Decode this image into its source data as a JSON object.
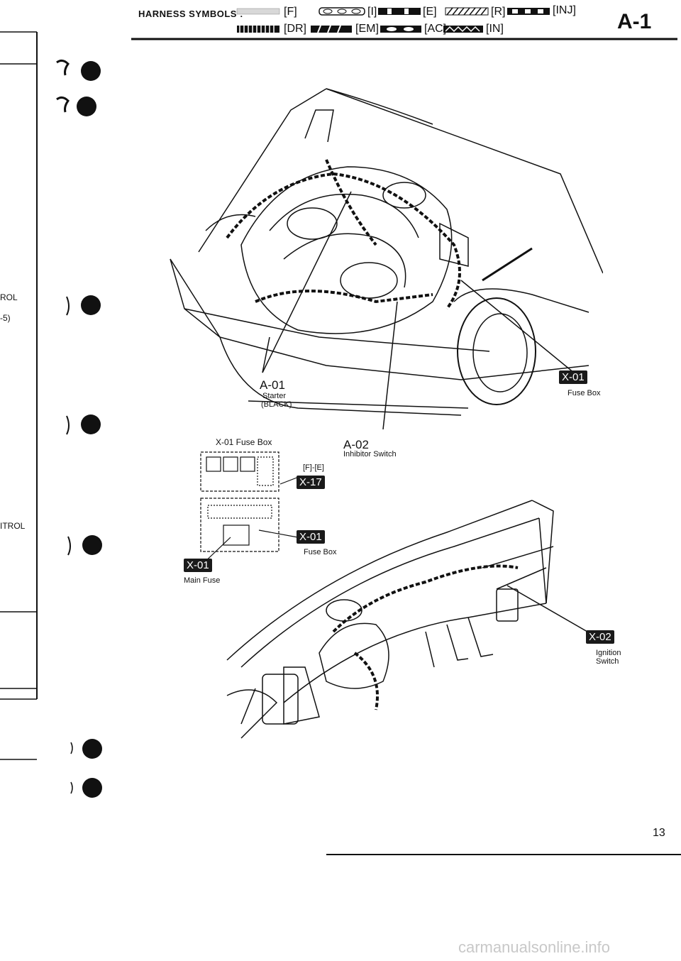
{
  "header": {
    "symbols_title": "HARNESS SYMBOLS :",
    "row1": [
      "[F]",
      "[I]",
      "[E]",
      "[R]",
      "[INJ]"
    ],
    "row2": [
      "[DR]",
      "[EM]",
      "[AC]",
      "[IN]"
    ],
    "page_code": "A-1"
  },
  "sidebar": {
    "labels": [
      "ROL",
      "-5)",
      "ITROL"
    ]
  },
  "engine_diagram": {
    "a01_code": "A-01",
    "a01_name": "Starter",
    "a01_color": "(BLACK)",
    "x01_badge": "X-01",
    "x01_name": "Fuse Box",
    "a02_code": "A-02",
    "a02_name": "Inhibitor Switch"
  },
  "fuse_diagram": {
    "title": "X-01 Fuse Box",
    "fe_label": "[F]-[E]",
    "x17_badge": "X-17",
    "x01_badge": "X-01",
    "x01_name": "Fuse Box",
    "main_badge": "X-01",
    "main_name": "Main Fuse"
  },
  "dash_diagram": {
    "x02_badge": "X-02",
    "x02_name_1": "Ignition",
    "x02_name_2": "Switch"
  },
  "footer": {
    "page_number": "13",
    "watermark": "carmanualsonline.info"
  }
}
